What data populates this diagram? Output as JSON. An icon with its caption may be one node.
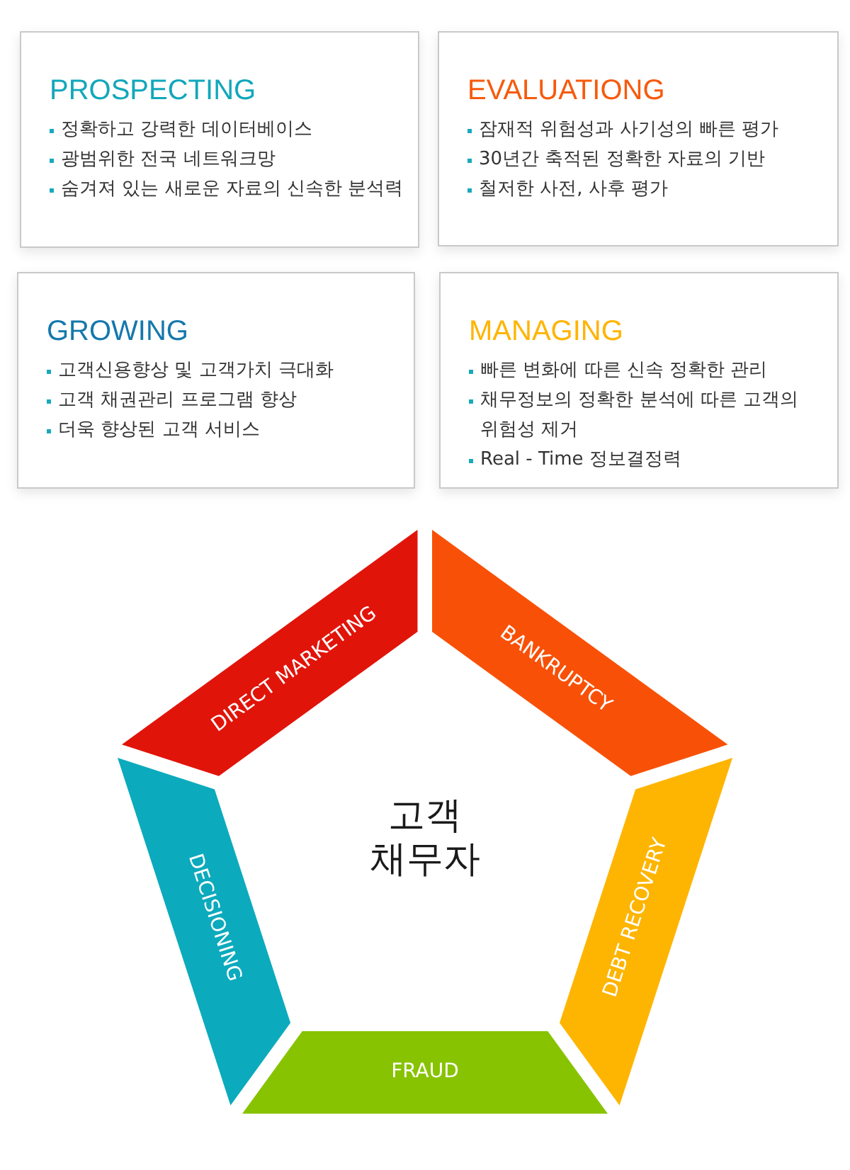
{
  "diagram": {
    "nodes": [
      {
        "text": [
          "PROSPECTING",
          "정확하고 강력한 데이터베이스",
          "광범위한 전국 네트워크망",
          "숨겨져 있는 새로운 자료의 신속한 분석력"
        ]
      },
      {
        "text": [
          "EVALUATIONG",
          "잠재적 위험성과 사기성의 빠른 평가",
          "30년간 축적된 정확한 자료의 기반",
          "철저한 사전, 사후 평가"
        ]
      },
      {
        "text": [
          "GROWING",
          "고객신용향상 및 고객가치 극대화",
          "고객 채권관리 프로그램 향상",
          "더욱 향상된 고객 서비스"
        ]
      },
      {
        "text": [
          "MANAGING",
          "빠른 변화에 따른 신속 정확한 관리",
          "채무정보의 정확한 분석에 따른 고객의 위험성 제거",
          "Real - Time 정보결정력"
        ]
      },
      {
        "text": [
          "DIRECT MARKETING"
        ]
      },
      {
        "text": [
          "BANKRUPTCY"
        ]
      },
      {
        "text": [
          "DECISIONING"
        ]
      },
      {
        "text": [
          "DEBT RECOVERY"
        ]
      },
      {
        "text": [
          "FRAUD"
        ]
      }
    ],
    "labels": [
      "고객 채무자"
    ]
  }
}
